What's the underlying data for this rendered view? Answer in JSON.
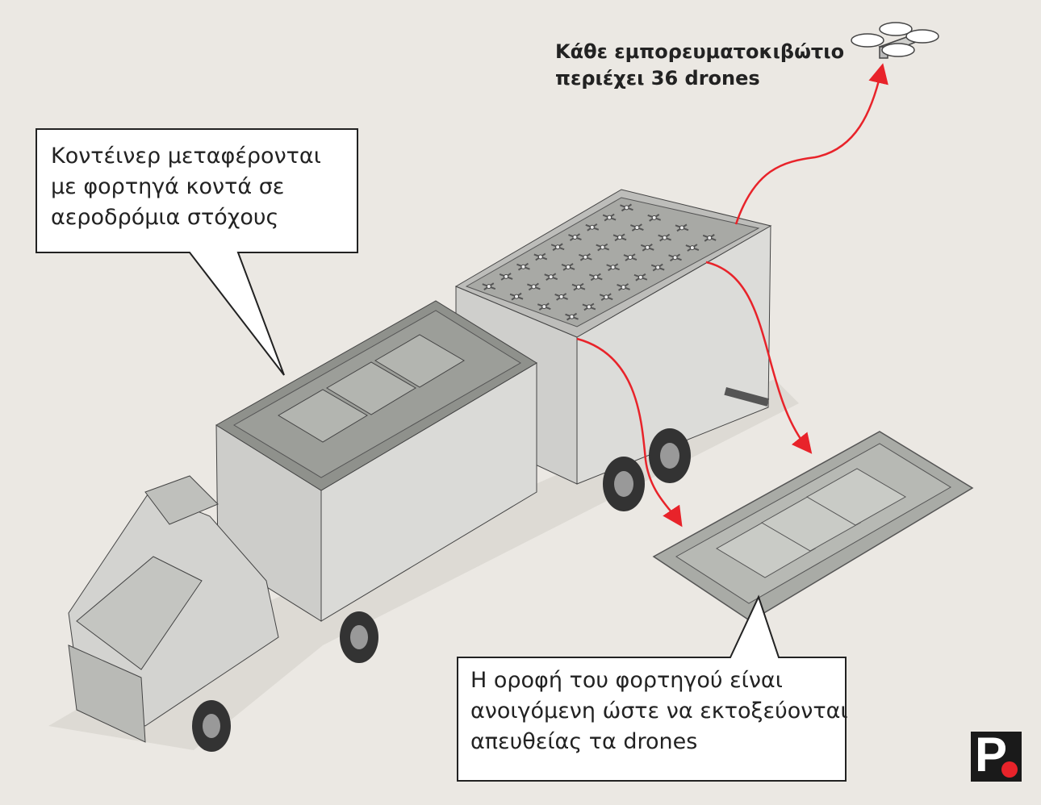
{
  "headline": {
    "line1": "Κάθε εμπορευματοκιβώτιο",
    "line2": "περιέχει 36 drones"
  },
  "callout_top": {
    "line1": "Κοντέινερ μεταφέρονται",
    "line2": "με φορτηγά κοντά σε",
    "line3": "αεροδρόμια στόχους"
  },
  "callout_bottom": {
    "line1": "Η οροφή του φορτηγού είναι",
    "line2": "ανοιγόμενη ώστε να εκτοξεύονται",
    "line3": "απευθείας τα drones"
  },
  "logo": {
    "letter": "P"
  },
  "drone_count": 36,
  "colors": {
    "background": "#ebe8e3",
    "arrow": "#e8232a",
    "container": "#d6d6d3",
    "roof": "#8f918c"
  }
}
